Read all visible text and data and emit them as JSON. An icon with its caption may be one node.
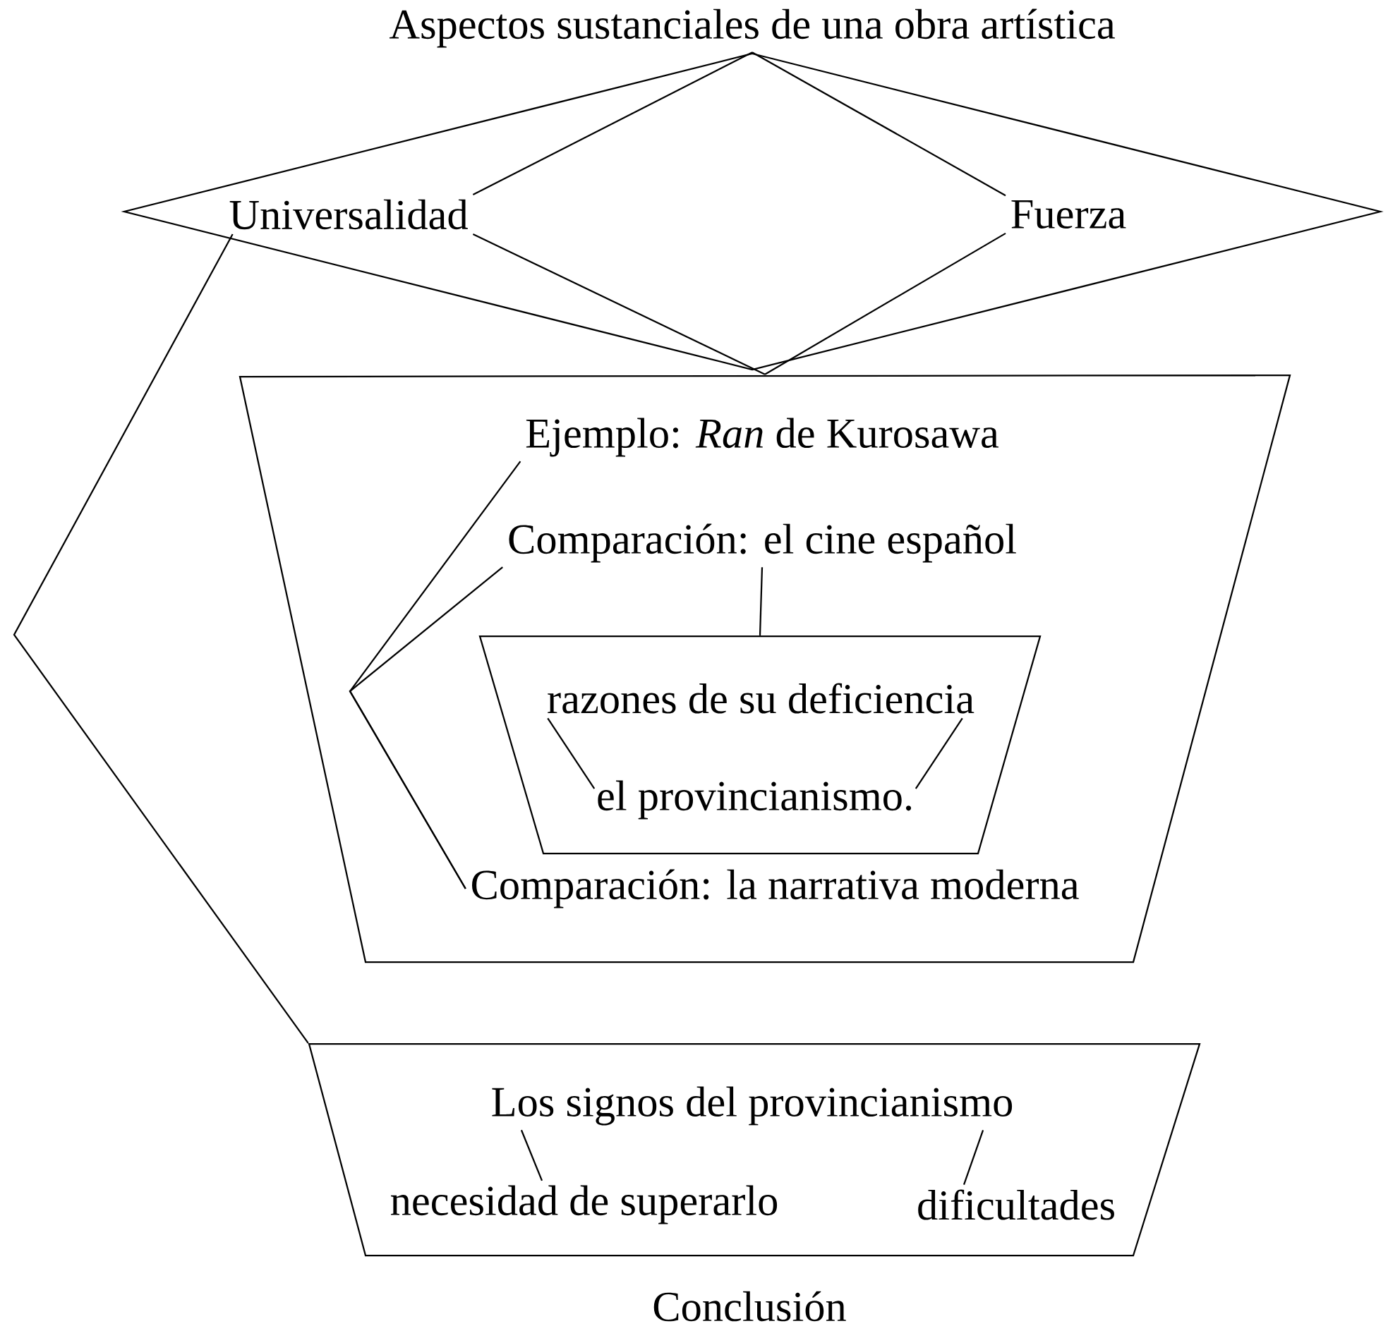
{
  "diagram": {
    "nodes": [
      {
        "text": [
          "Aspectos sustanciales de una obra artística"
        ]
      },
      {
        "text": [],
        "shape": "diamond"
      },
      {
        "text": [
          "Universalidad"
        ],
        "in": 1
      },
      {
        "text": [
          "Fuerza"
        ],
        "in": 1
      },
      {
        "text": [],
        "shape": "trapezoid"
      },
      {
        "text": [
          "Ejemplo: *Ran* de Kurosawa"
        ],
        "in": 4
      },
      {
        "text": [
          "Comparación: el cine español"
        ],
        "in": 4
      },
      {
        "text": [],
        "shape": "trapezoid",
        "in": 4
      },
      {
        "text": [
          "razones de su deficiencia"
        ],
        "in": 7
      },
      {
        "text": [
          "el provincianismo."
        ],
        "in": 7
      },
      {
        "text": [
          "Comparación: la narrativa moderna"
        ],
        "in": 4
      },
      {
        "text": [
          "Conclusión"
        ]
      },
      {
        "text": [
          "Los signos del provincianismo"
        ],
        "in": 11
      },
      {
        "text": [
          "necesidad de superarlo"
        ],
        "in": 11
      },
      {
        "text": [
          "dificultades"
        ],
        "in": 11
      }
    ],
    "edges": [
      {
        "from": 0,
        "to": 2,
        "arrow": "none"
      },
      {
        "from": 0,
        "to": 3,
        "arrow": "none"
      },
      {
        "from": 2,
        "to": 4,
        "arrow": "none"
      },
      {
        "from": 3,
        "to": 4,
        "arrow": "none"
      },
      {
        "from": 2,
        "to": 11,
        "arrow": "none"
      },
      {
        "from": 5,
        "to": 10,
        "arrow": "none"
      },
      {
        "from": 6,
        "to": 10,
        "arrow": "none"
      },
      {
        "from": 6,
        "to": 7,
        "arrow": "none"
      },
      {
        "from": 8,
        "to": 9,
        "arrow": "none"
      },
      {
        "from": 8,
        "to": 9,
        "arrow": "none"
      },
      {
        "from": 12,
        "to": 13,
        "arrow": "none"
      },
      {
        "from": 12,
        "to": 14,
        "arrow": "none"
      }
    ]
  }
}
